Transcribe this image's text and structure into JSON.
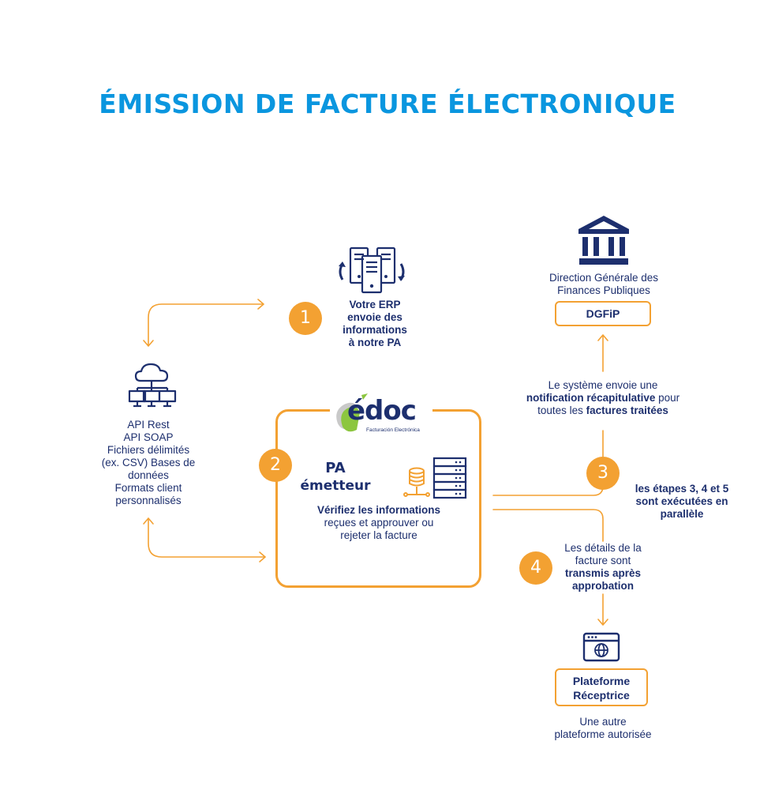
{
  "title": "ÉMISSION DE FACTURE ÉLECTRONIQUE",
  "colors": {
    "title": "#0a96df",
    "accent": "#f3a132",
    "navy": "#1d2f6e",
    "logo_green": "#8cc63f"
  },
  "erp": {
    "step": "1",
    "lines": [
      "Votre ERP",
      "envoie des",
      "informations",
      "à notre PA"
    ],
    "icon": "server-sync-icon"
  },
  "sources": {
    "icon": "cloud-network-icon",
    "lines": [
      "API Rest",
      "API SOAP",
      "Fichiers délimités",
      "(ex. CSV) Bases de",
      "données",
      "Formats client",
      "personnalisés"
    ]
  },
  "pa": {
    "step": "2",
    "logo_text": "édoc",
    "logo_sub": "Facturación Electrónica",
    "heading_1": "PA",
    "heading_2": "émetteur",
    "desc_bold": "Vérifiez les informations",
    "desc_lines": [
      "reçues et approuver ou",
      "rejeter la facture"
    ],
    "icon": "database-server-icon"
  },
  "dgfip": {
    "icon": "government-building-icon",
    "desc_lines": [
      "Direction Générale des",
      "Finances Publiques"
    ],
    "box_label": "DGFiP"
  },
  "step3": {
    "step": "3",
    "line1": "Le système envoie une",
    "line2_bold": "notification récapitulative",
    "line2_rest": " pour",
    "line3_plain": "toutes les ",
    "line3_bold": "factures traitées"
  },
  "parallel_note": [
    "les étapes 3, 4 et 5",
    "sont exécutées en",
    "parallèle"
  ],
  "step4": {
    "step": "4",
    "lines_plain": [
      "Les détails de la",
      "facture sont"
    ],
    "lines_bold": [
      "transmis après",
      "approbation"
    ]
  },
  "receiver": {
    "icon": "browser-globe-icon",
    "box_lines": [
      "Plateforme",
      "Réceptrice"
    ],
    "desc_lines": [
      "Une autre",
      "plateforme autorisée"
    ]
  }
}
